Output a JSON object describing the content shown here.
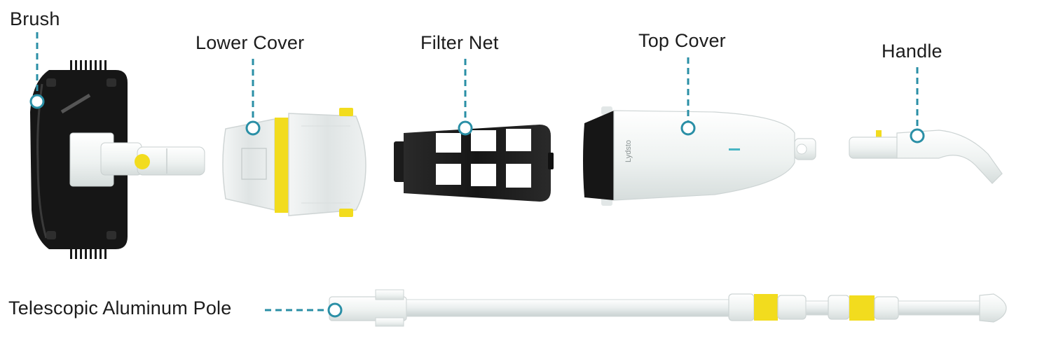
{
  "labels": {
    "brush": "Brush",
    "lower_cover": "Lower Cover",
    "filter_net": "Filter Net",
    "top_cover": "Top Cover",
    "handle": "Handle",
    "pole": "Telescopic Aluminum Pole"
  },
  "brand_mark": "Lydsto",
  "colors": {
    "leader": "#2a8fa6",
    "accent_yellow": "#f2dc1e",
    "body_white": "#eef2f1",
    "dark": "#1e1e1e"
  }
}
